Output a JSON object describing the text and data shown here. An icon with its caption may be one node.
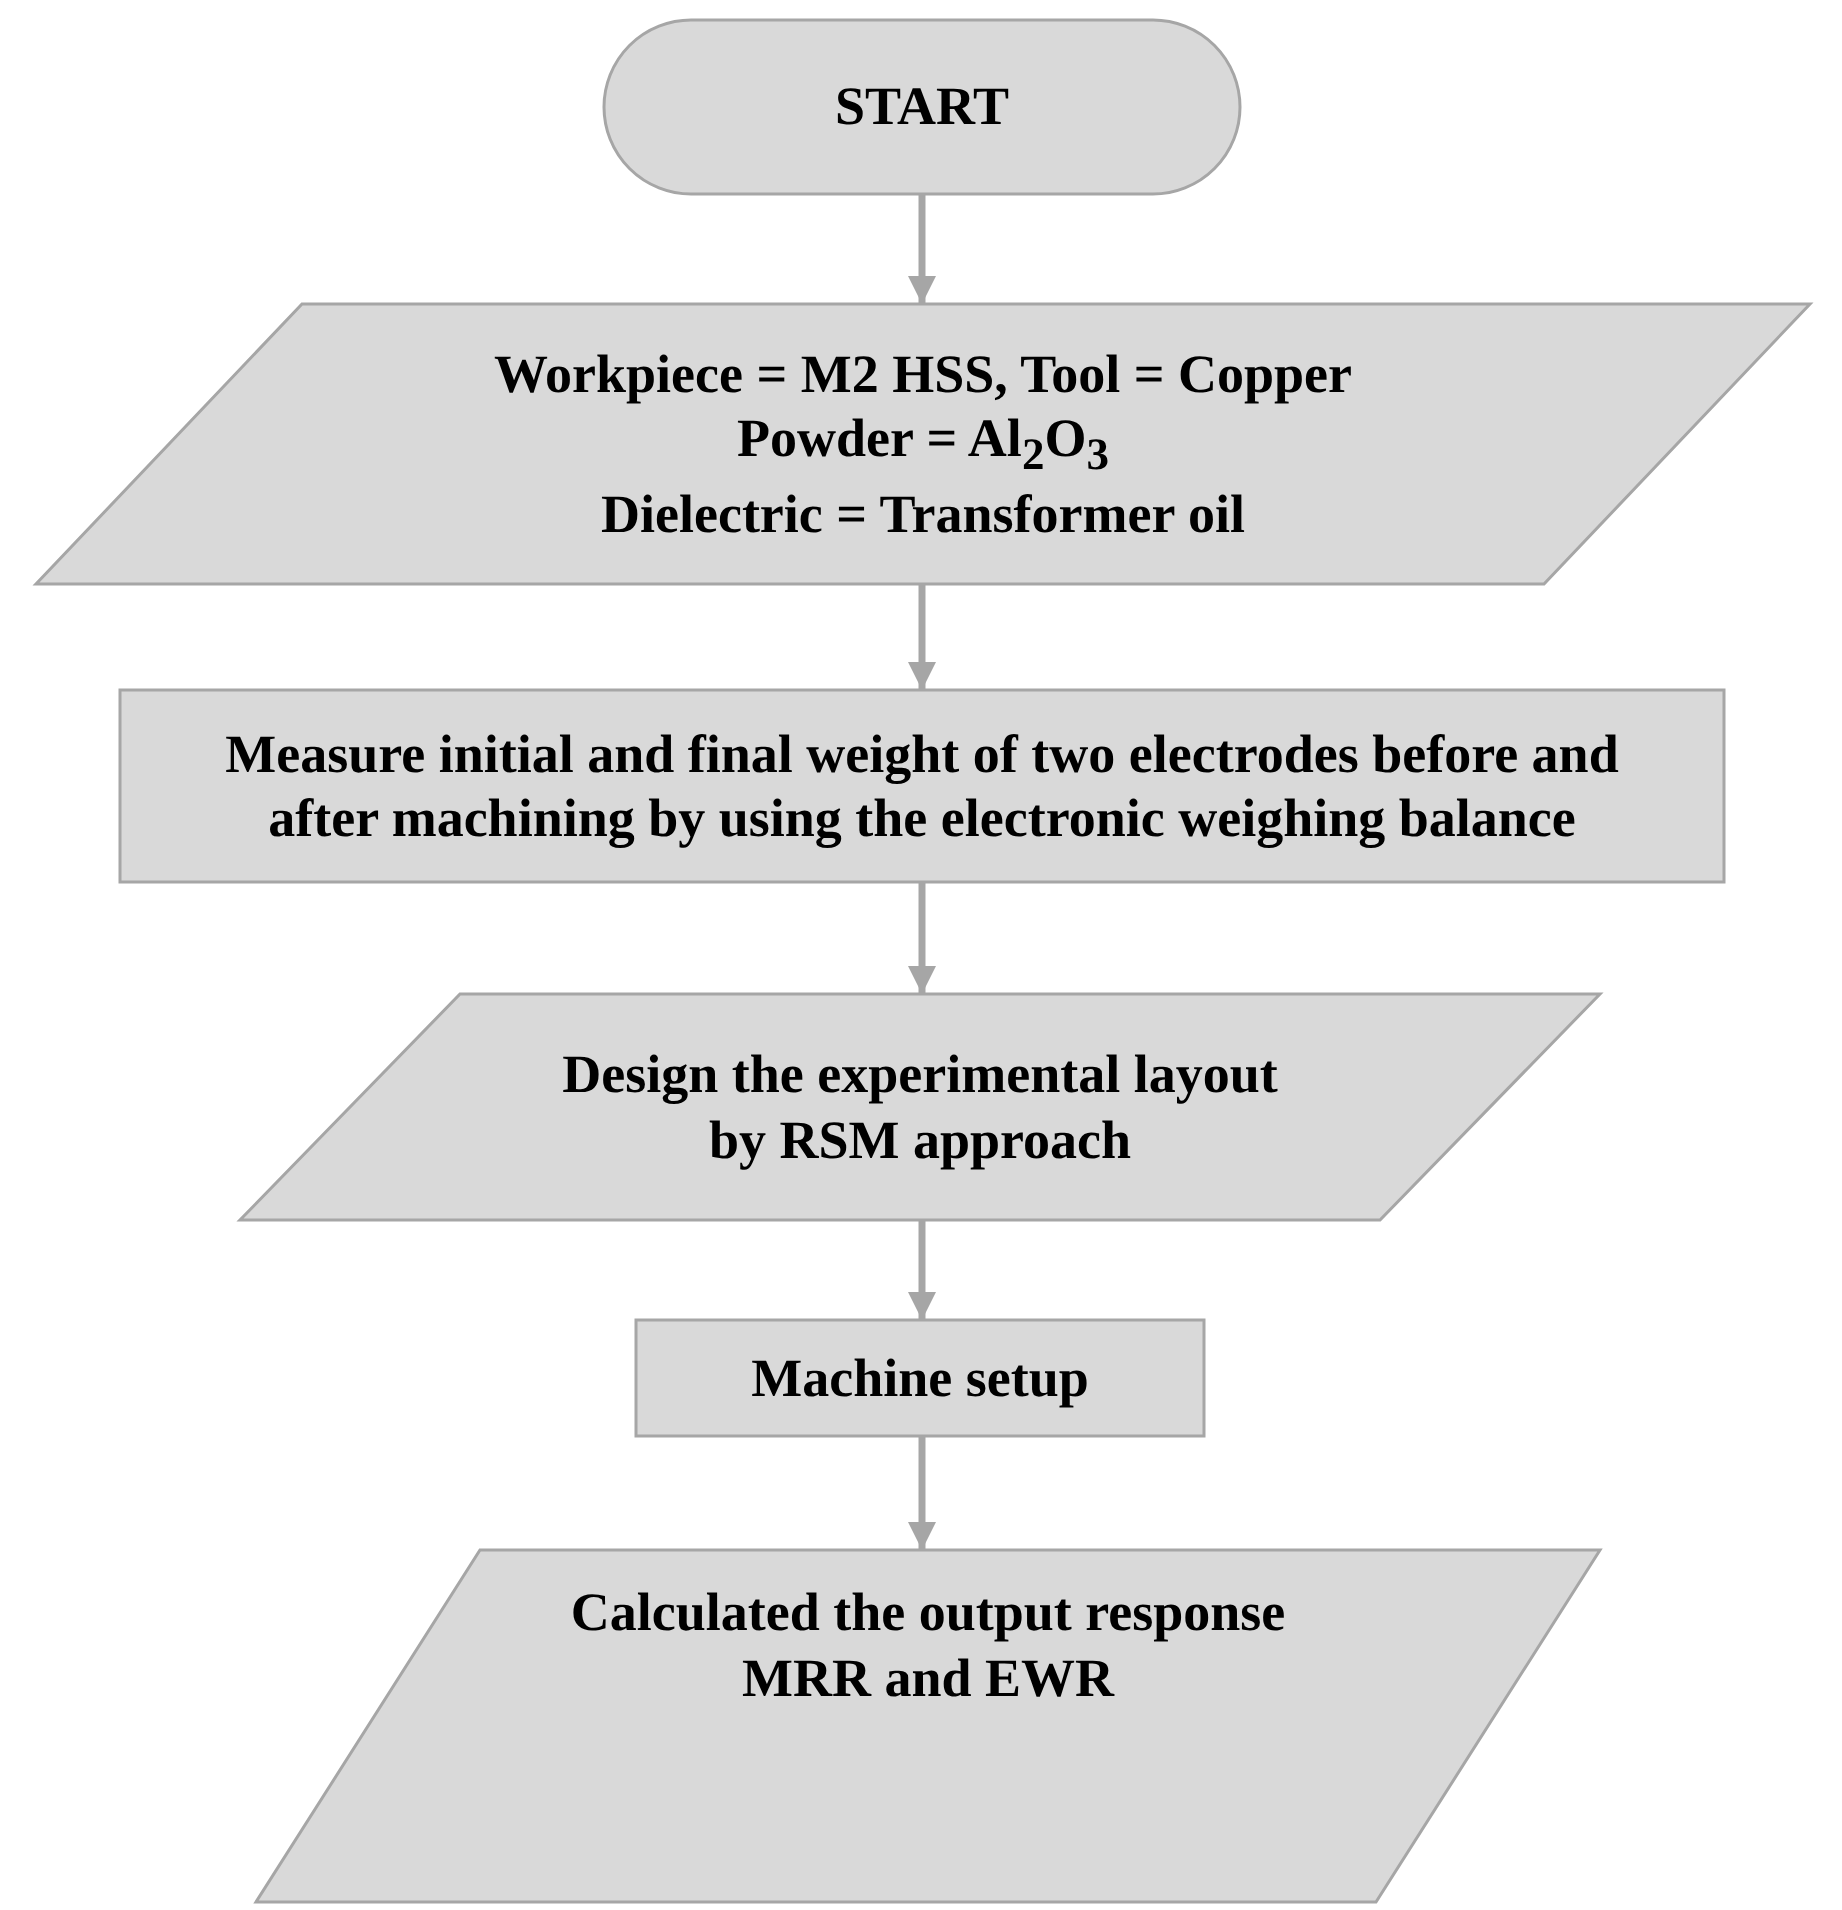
{
  "diagram": {
    "nodes": [
      {
        "text": [
          "START"
        ]
      },
      {
        "text": [
          "Workpiece = M2 HSS, Tool = Copper",
          "Powder = Al$_{2}$O$_{3}$",
          "Dielectric = Transformer oil"
        ]
      },
      {
        "text": [
          "Measure initial and final weight of two electrodes before and after machining by using the electronic weighing balance"
        ]
      },
      {
        "text": [
          "Design the experimental layout by RSM approach"
        ]
      },
      {
        "text": [
          "Machine setup"
        ]
      },
      {
        "text": [
          "Calculated the output response MRR and EWR"
        ]
      }
    ],
    "edges": [
      {
        "from": 0,
        "to": 1,
        "arrow": "to"
      },
      {
        "from": 1,
        "to": 2,
        "arrow": "to"
      },
      {
        "from": 2,
        "to": 3,
        "arrow": "to"
      },
      {
        "from": 3,
        "to": 4,
        "arrow": "to"
      },
      {
        "from": 4,
        "to": 5,
        "arrow": "to"
      }
    ]
  }
}
